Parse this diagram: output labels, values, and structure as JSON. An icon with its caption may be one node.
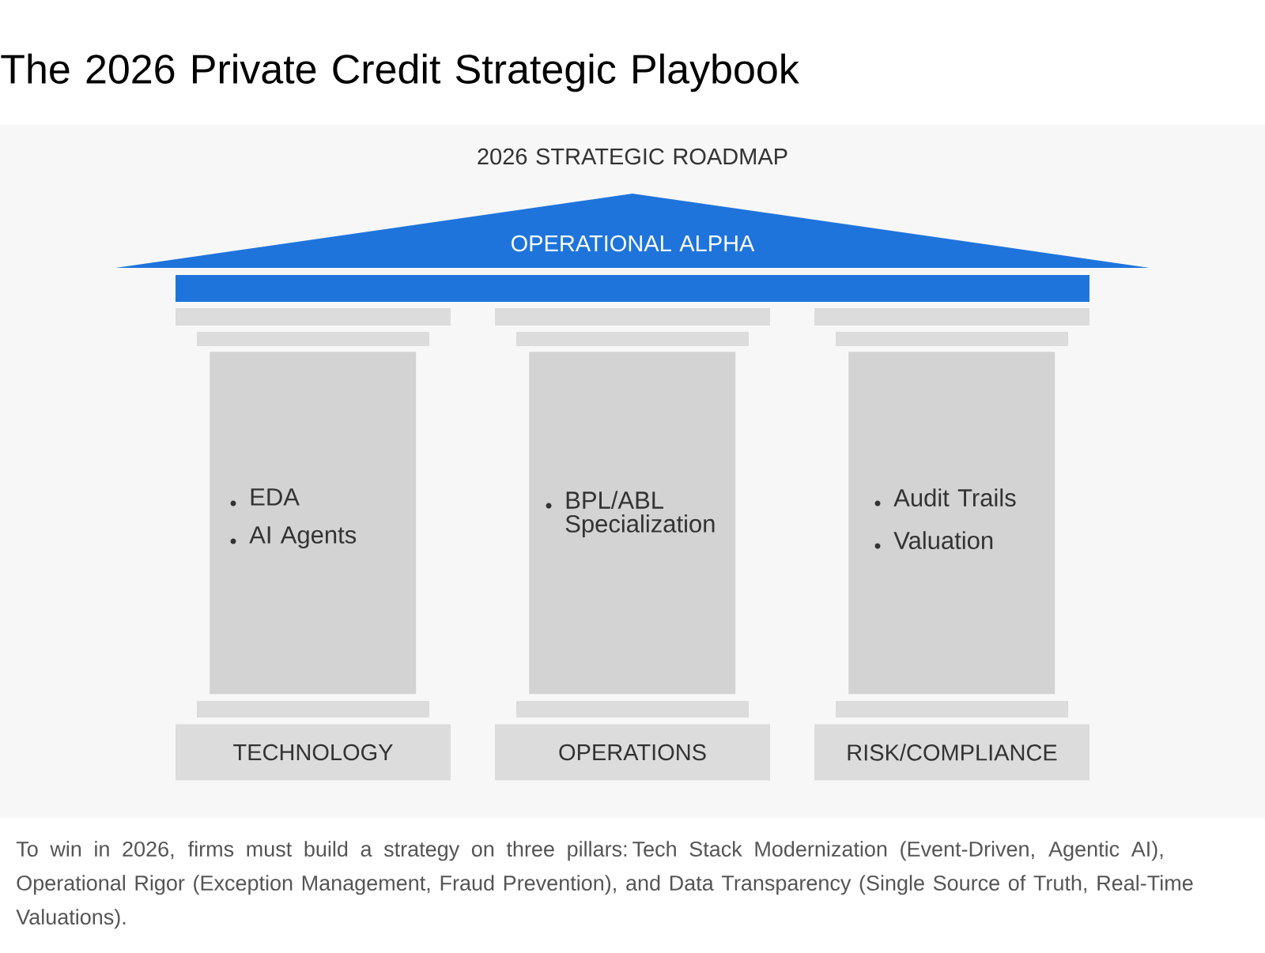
{
  "diagram": {
    "title": "The 2026 Private Credit Strategic Playbook",
    "caption": "To win in 2026, firms must build a strategy on three pillars: Tech Stack Modernization (Event-Driven, Agentic AI), Operational Rigor (Exception Management, Fraud Prevention), and Data Transparency (Single Source of Truth, Real-Time Valuations).",
    "nodes": [
      {
        "text": [
          "OPERATIONAL ALPHA"
        ]
      },
      {
        "text": [
          "EDA",
          "AI Agents"
        ]
      },
      {
        "text": [
          "BPL/ABL Specialization"
        ]
      },
      {
        "text": [
          "Audit Trails",
          "Valuation"
        ]
      },
      {
        "text": [
          "TECHNOLOGY"
        ]
      },
      {
        "text": [
          "OPERATIONS"
        ]
      },
      {
        "text": [
          "RISK/COMPLIANCE"
        ]
      }
    ],
    "labels": [
      "2026 STRATEGIC ROADMAP"
    ]
  }
}
